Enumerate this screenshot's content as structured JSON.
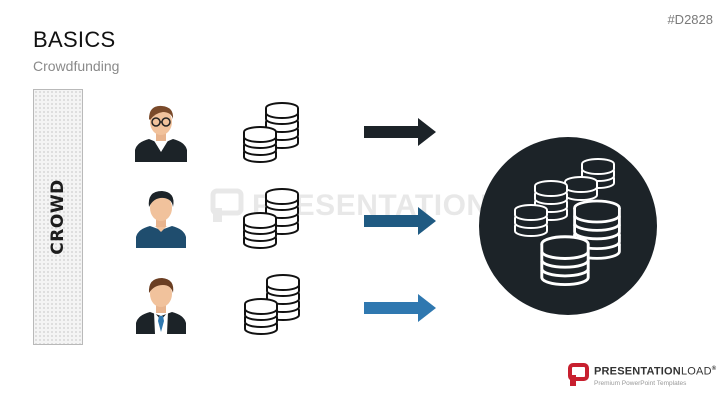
{
  "header": {
    "title": "BASICS",
    "subtitle": "Crowdfunding",
    "code": "#D2828"
  },
  "crowd": {
    "label": "CROWD"
  },
  "watermark": {
    "text": "PRESENTATIONLOAD"
  },
  "rows": [
    {
      "person_icon": "businessman-glasses-icon",
      "money_icon": "coin-stacks-icon",
      "arrow_color": "#1c2328"
    },
    {
      "person_icon": "man-avatar-icon",
      "money_icon": "coin-stacks-icon",
      "arrow_color": "#1f5a82"
    },
    {
      "person_icon": "businessman-tie-icon",
      "money_icon": "coin-stacks-icon",
      "arrow_color": "#2f78b0"
    }
  ],
  "pool": {
    "icon": "coin-pile-icon",
    "circle_color": "#1c2328"
  },
  "logo": {
    "brand_bold": "PRESENTATION",
    "brand_light": "LOAD",
    "registered": "®",
    "tagline": "Premium PowerPoint Templates",
    "accent": "#c8202f"
  }
}
